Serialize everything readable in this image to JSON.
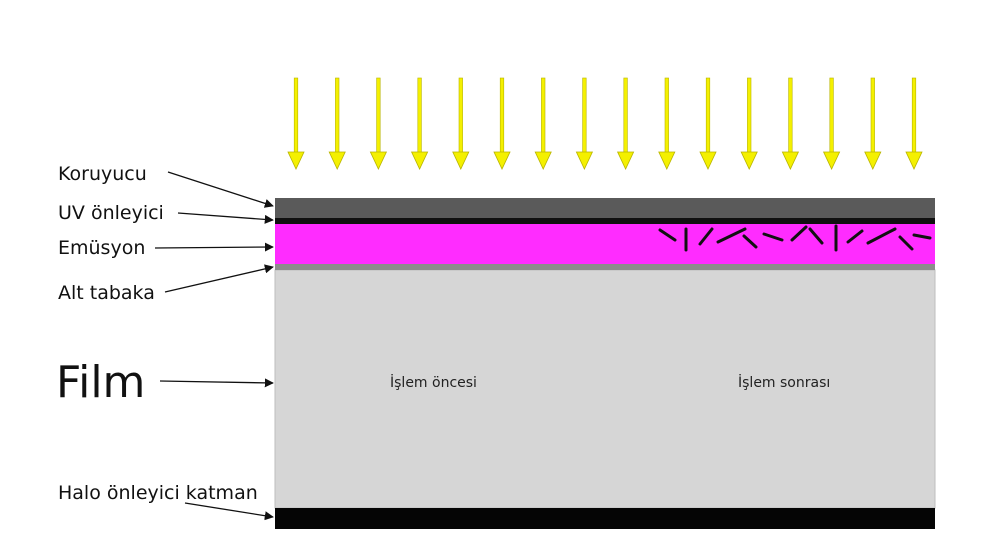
{
  "labels": {
    "protective": "Koruyucu",
    "uv_blocker": "UV önleyici",
    "emulsion": "Emüsyon",
    "substrate": "Alt tabaka",
    "film": "Film",
    "antihalation": "Halo önleyici katman",
    "before": "İşlem öncesi",
    "after": "İşlem sonrası"
  },
  "arrows": {
    "count": 16
  },
  "colors": {
    "light_arrow": "#f4f000",
    "light_arrow_outline": "#b8b400",
    "protective_layer": "#5a5a5a",
    "uv_layer": "#101010",
    "emulsion_layer": "#ff2cff",
    "substrate_layer": "#8c8c8c",
    "film_base": "#d6d6d6",
    "antihalation_layer": "#050505",
    "crystal": "#111111"
  }
}
